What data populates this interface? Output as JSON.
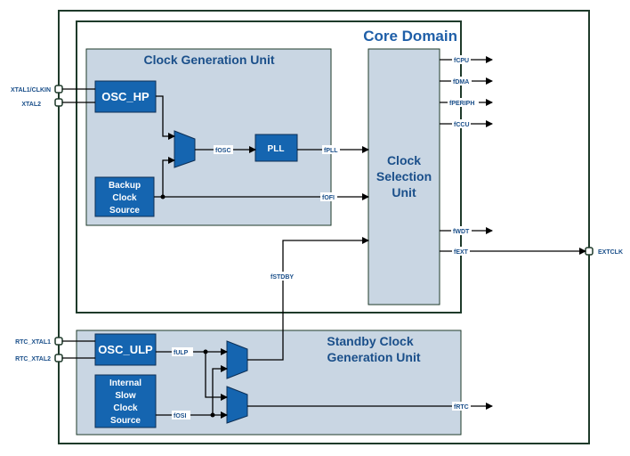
{
  "domains": {
    "core_domain": "Core Domain",
    "clock_generation_unit": "Clock Generation Unit",
    "standby_line1": "Standby Clock",
    "standby_line2": "Generation Unit"
  },
  "blocks": {
    "osc_hp": "OSC_HP",
    "pll": "PLL",
    "backup_line1": "Backup",
    "backup_line2": "Clock",
    "backup_line3": "Source",
    "csu_line1": "Clock",
    "csu_line2": "Selection",
    "csu_line3": "Unit",
    "osc_ulp": "OSC_ULP",
    "isc_line1": "Internal",
    "isc_line2": "Slow",
    "isc_line3": "Clock",
    "isc_line4": "Source"
  },
  "pins": {
    "xtal1": "XTAL1/CLKIN",
    "xtal2": "XTAL2",
    "rtc_xtal1": "RTC_XTAL1",
    "rtc_xtal2": "RTC_XTAL2",
    "extclk": "EXTCLK"
  },
  "signals": {
    "fosc": "fOSC",
    "fpll": "fPLL",
    "fofi": "fOFI",
    "fstdby": "fSTDBY",
    "fulp": "fULP",
    "fosi": "fOSI",
    "frtc": "fRTC",
    "fcpu": "fCPU",
    "fdma": "fDMA",
    "fperiph": "fPERIPH",
    "fccu": "fCCU",
    "fwdt": "fWDT",
    "fext": "fEXT"
  },
  "colors": {
    "border": "#1e3a2a",
    "panel": "#c9d6e3",
    "block": "#1565b0",
    "label": "#1a4f8a"
  }
}
